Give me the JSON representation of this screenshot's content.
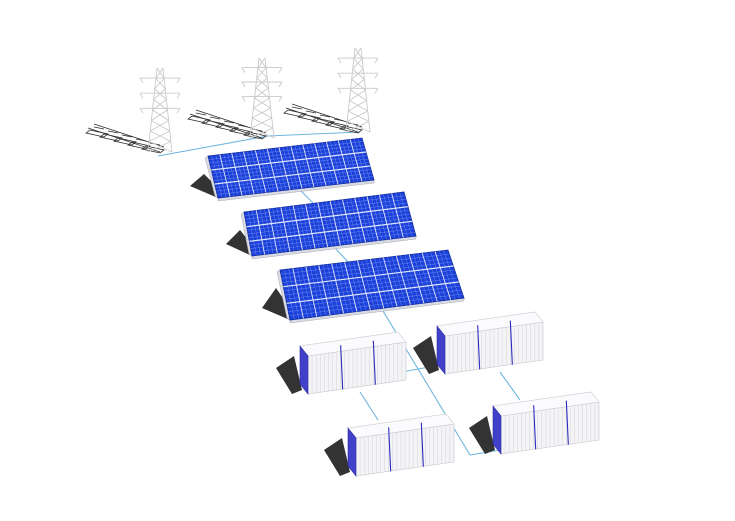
{
  "scene": {
    "pylons": [
      {
        "id": "pylon-1"
      },
      {
        "id": "pylon-2"
      },
      {
        "id": "pylon-3"
      }
    ],
    "solar_arrays": [
      {
        "id": "array-1",
        "rows": 3,
        "cols": 13
      },
      {
        "id": "array-2",
        "rows": 3,
        "cols": 13
      },
      {
        "id": "array-3",
        "rows": 3,
        "cols": 13
      }
    ],
    "storage_units": [
      {
        "id": "storage-1",
        "modules": 3
      },
      {
        "id": "storage-2",
        "modules": 3
      },
      {
        "id": "storage-3",
        "modules": 3
      },
      {
        "id": "storage-4",
        "modules": 3
      }
    ],
    "colors": {
      "panel_blue": "#1c40d8",
      "cell_line": "#7fa0ff",
      "cable": "#6fb6e0",
      "container_white": "#f4f4f6",
      "container_accent": "#2c2cc0",
      "shadow": "#333333"
    }
  }
}
